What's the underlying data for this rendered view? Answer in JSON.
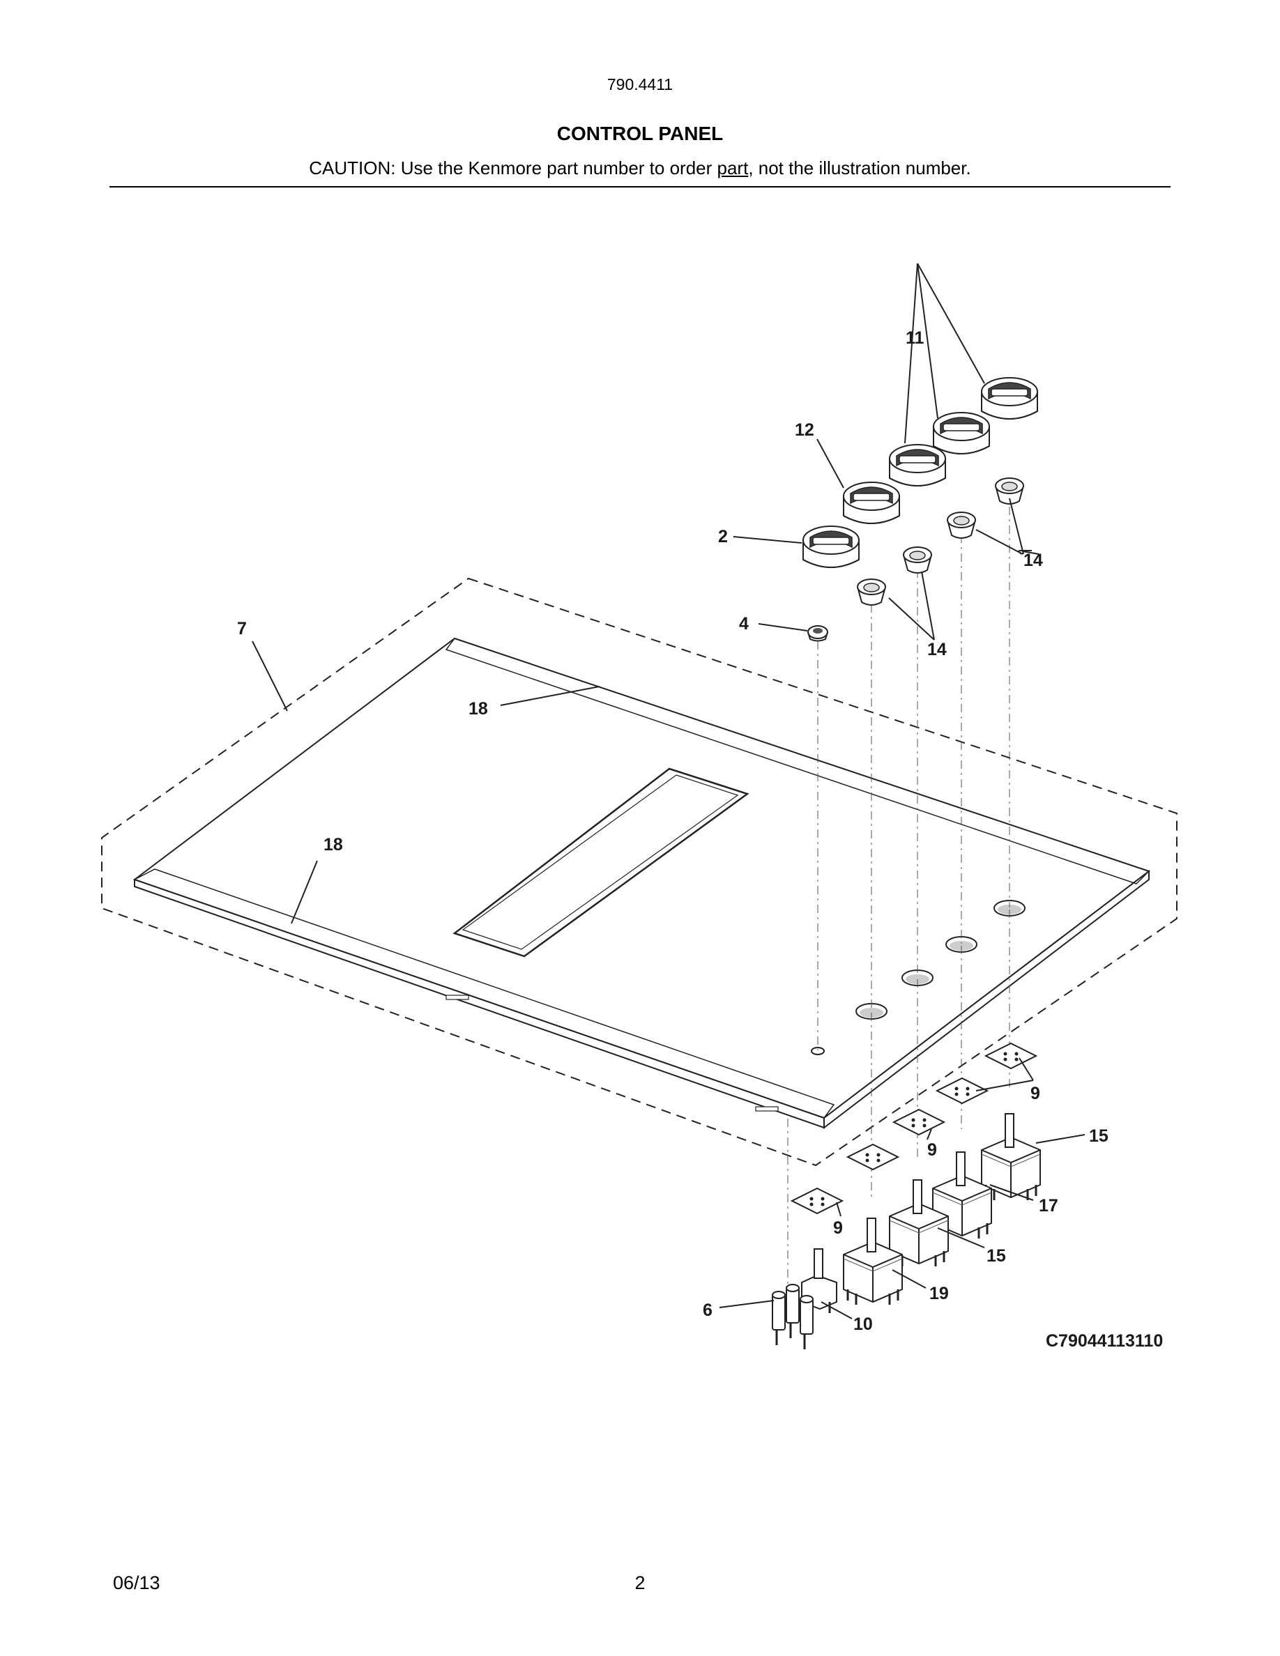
{
  "header": {
    "model": "790.4411",
    "title": "CONTROL PANEL",
    "caution_before": "CAUTION: Use the Kenmore part number to order ",
    "caution_underlined": "part",
    "caution_after": ", not the illustration number."
  },
  "diagram": {
    "callouts": {
      "c11": "11",
      "c12": "12",
      "c2": "2",
      "c14a": "14",
      "c14b": "14",
      "c4": "4",
      "c7": "7",
      "c18a": "18",
      "c18b": "18",
      "c9a": "9",
      "c9b": "9",
      "c9c": "9",
      "c15a": "15",
      "c15b": "15",
      "c17": "17",
      "c19": "19",
      "c6": "6",
      "c10": "10"
    },
    "figure_code": "C79044113110"
  },
  "footer": {
    "date": "06/13",
    "page": "2"
  }
}
